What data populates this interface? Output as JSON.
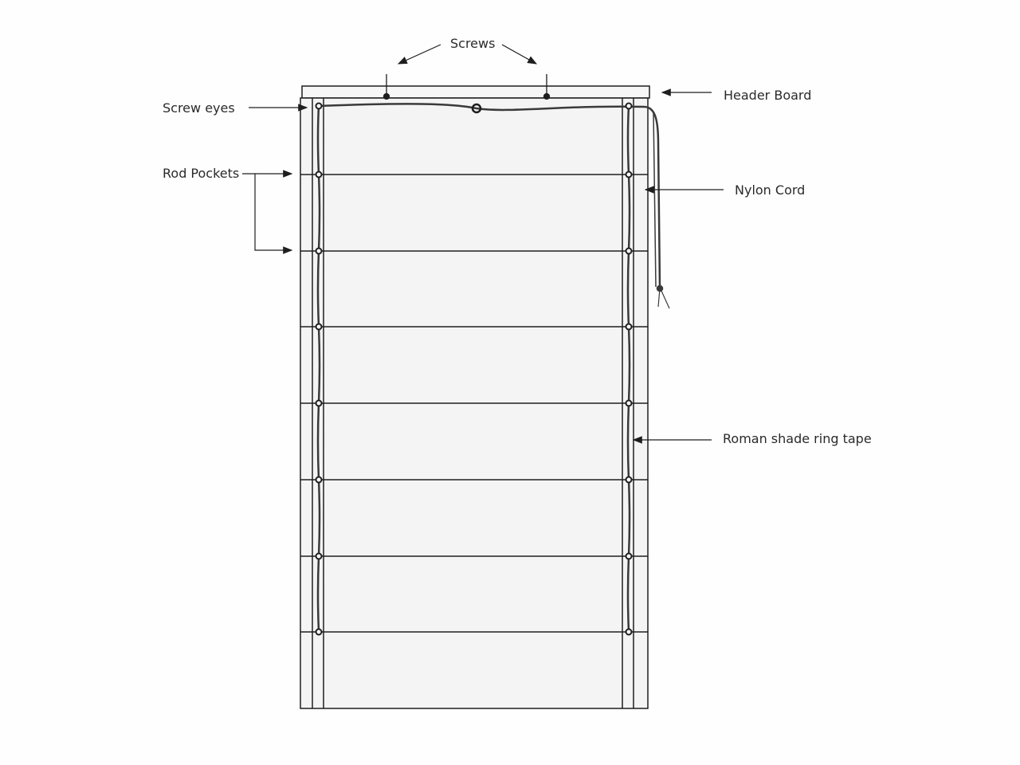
{
  "labels": {
    "screws": "Screws",
    "header_board": "Header Board",
    "screw_eyes": "Screw eyes",
    "rod_pockets": "Rod Pockets",
    "nylon_cord": "Nylon Cord",
    "ring_tape": "Roman shade ring tape"
  },
  "diagram": {
    "rod_pocket_count": 7,
    "colors": {
      "line": "#1e1e1e",
      "fabric": "#f4f4f4",
      "cord": "#3a3a3a"
    }
  }
}
